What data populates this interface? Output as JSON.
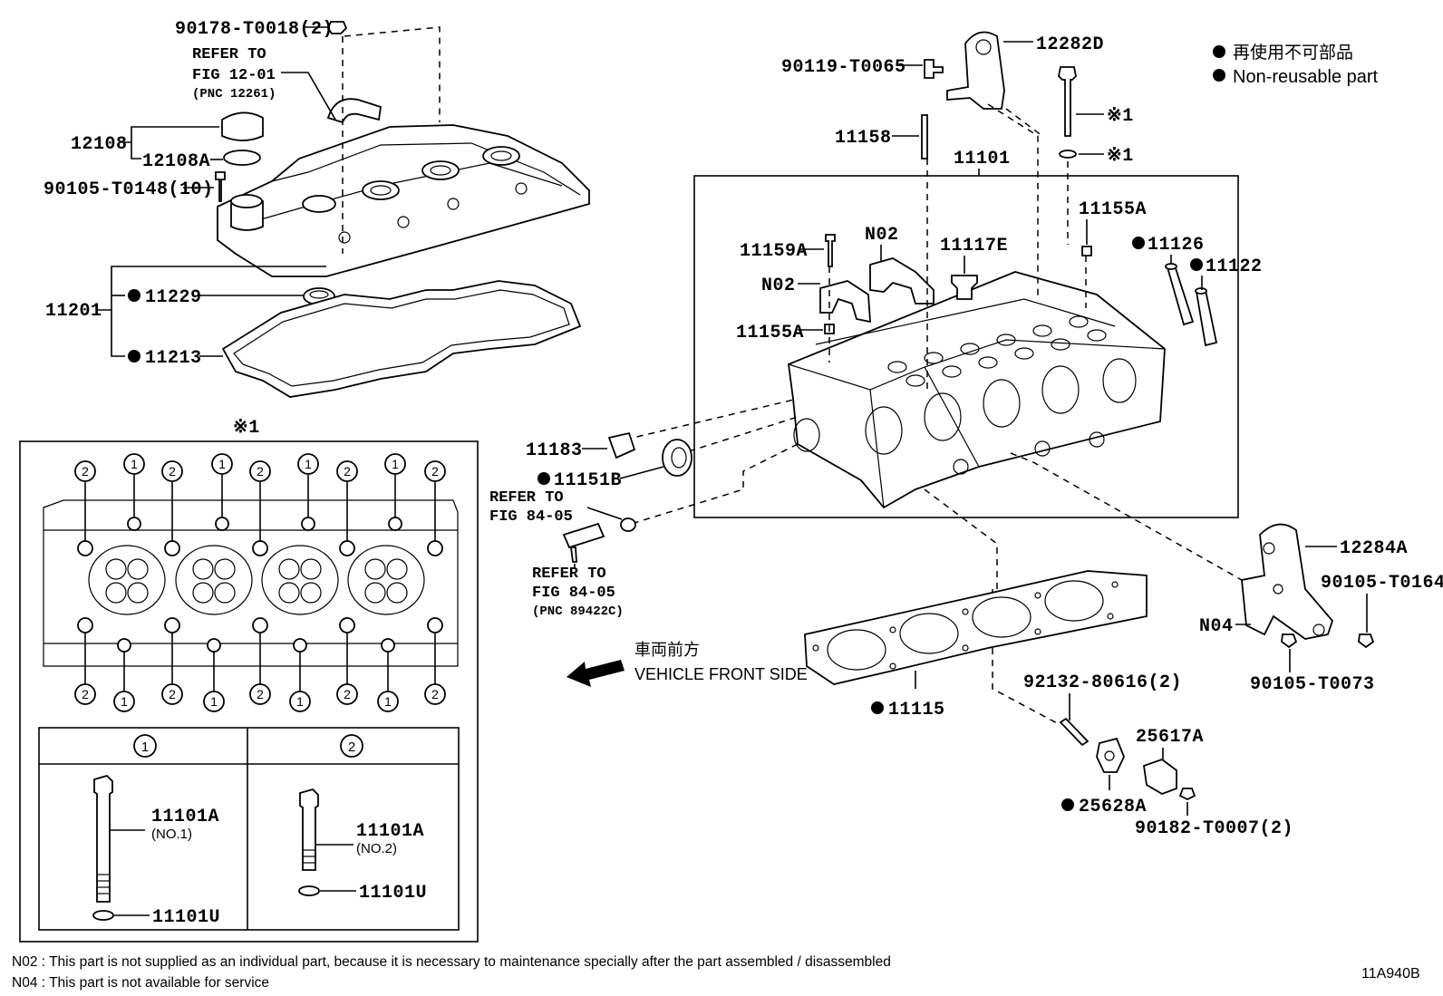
{
  "legend": {
    "jp": "再使用不可部品",
    "en": "Non-reusable part"
  },
  "diagram_id": "11A940B",
  "notes": {
    "n02": "N02 : This part is not supplied as an individual part, because it is necessary to maintenance specially after the part assembled / disassembled",
    "n04": "N04 : This part is not available for service"
  },
  "direction": {
    "jp": "車両前方",
    "en": "VEHICLE FRONT SIDE"
  },
  "refer": {
    "top_line1": "REFER TO",
    "top_line2": "FIG 12-01",
    "top_line3": "(PNC 12261)",
    "mid_line1": "REFER TO",
    "mid_line2": "FIG 84-05",
    "bot_line1": "REFER TO",
    "bot_line2": "FIG 84-05",
    "bot_line3": "(PNC 89422C)"
  },
  "parts": {
    "p90178": "90178-T0018(2)",
    "p12108": "12108",
    "p12108A": "12108A",
    "p90105_148": "90105-T0148(10)",
    "p11201": "11201",
    "p11229": "11229",
    "p11213": "11213",
    "p90119": "90119-T0065",
    "p12282D": "12282D",
    "p11158": "11158",
    "p11101": "11101",
    "p11155A_top": "11155A",
    "p11159A": "11159A",
    "p11117E": "11117E",
    "p11126": "11126",
    "p11122": "11122",
    "p11155A_left": "11155A",
    "n02_a": "N02",
    "n02_b": "N02",
    "p11183": "11183",
    "p11151B": "11151B",
    "p12284A": "12284A",
    "p90105_164": "90105-T0164",
    "n04": "N04",
    "p90105_073": "90105-T0073",
    "p11115": "11115",
    "p92132": "92132-80616(2)",
    "p25617A": "25617A",
    "p25628A": "25628A",
    "p90182": "90182-T0007(2)",
    "kome1": "※1",
    "kome2": "※1"
  },
  "inset": {
    "title": "※1",
    "col1_head": "1",
    "col2_head": "2",
    "bolt1_label": "11101A",
    "bolt1_sub": "(NO.1)",
    "bolt1_washer": "11101U",
    "bolt2_label": "11101A",
    "bolt2_sub": "(NO.2)",
    "bolt2_washer": "11101U",
    "top_circles": [
      "2",
      "1",
      "2",
      "1",
      "2",
      "1",
      "2",
      "1",
      "2"
    ],
    "bottom_circles": [
      "2",
      "1",
      "2",
      "1",
      "2",
      "1",
      "2",
      "1",
      "2"
    ]
  }
}
